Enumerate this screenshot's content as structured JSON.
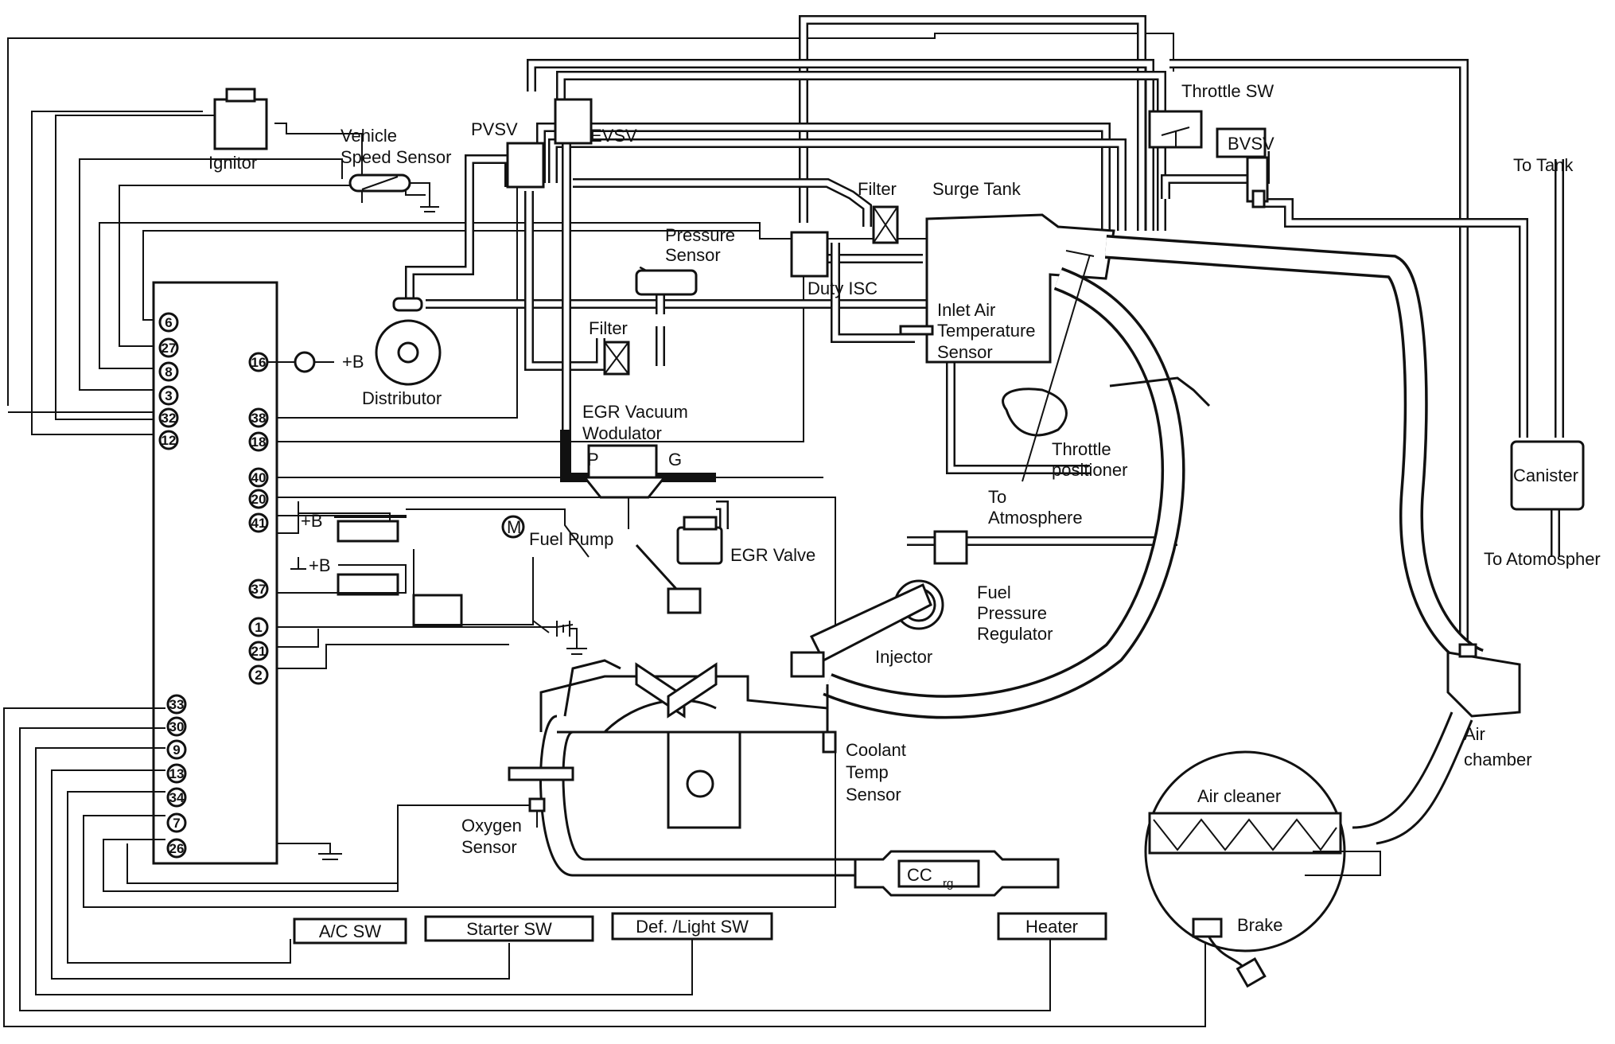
{
  "labels": {
    "ignitor": "Ignitor",
    "vehicle_speed_sensor_1": "Vehicle",
    "vehicle_speed_sensor_2": "Speed Sensor",
    "pvsv": "PVSV",
    "evsv": "EVSV",
    "throttle_sw": "Throttle SW",
    "bvsv": "BVSV",
    "to_tank": "To Tank",
    "filter_top": "Filter",
    "surge_tank": "Surge Tank",
    "pressure_sensor_1": "Pressure",
    "pressure_sensor_2": "Sensor",
    "duty_isc": "Duty ISC",
    "inlet_air_1": "Inlet Air",
    "inlet_air_2": "Temperature",
    "inlet_air_3": "Sensor",
    "filter_mid": "Filter",
    "distributor": "Distributor",
    "egr_vac_1": "EGR Vacuum",
    "egr_vac_2": "Wodulator",
    "egr_p": "P",
    "egr_g": "G",
    "throttle_pos_1": "Throttle",
    "throttle_pos_2": "positioner",
    "to_atm_1": "To",
    "to_atm_2": "Atmosphere",
    "canister": "Canister",
    "to_atomospher": "To Atomospher",
    "fuel_pump": "Fuel Pump",
    "pump_m": "M",
    "egr_valve": "EGR Valve",
    "fuel_press_1": "Fuel",
    "fuel_press_2": "Pressure",
    "fuel_press_3": "Regulator",
    "injector": "Injector",
    "air_chamber_1": "Air",
    "air_chamber_2": "chamber",
    "coolant_1": "Coolant",
    "coolant_2": "Temp",
    "coolant_3": "Sensor",
    "air_cleaner": "Air cleaner",
    "oxygen_1": "Oxygen",
    "oxygen_2": "Sensor",
    "catalyst": "CC",
    "catalyst_sub": "rg",
    "brake": "Brake",
    "plus_b_1": "+B",
    "plus_b_2": "+B",
    "plus_b_3": "+B"
  },
  "pins": {
    "left": [
      "6",
      "27",
      "8",
      "3",
      "32",
      "12",
      "33",
      "30",
      "9",
      "13",
      "34",
      "7",
      "26"
    ],
    "right": [
      "16",
      "38",
      "18",
      "40",
      "20",
      "41",
      "37",
      "1",
      "21",
      "2"
    ]
  },
  "switches": {
    "ac": "A/C SW",
    "starter": "Starter SW",
    "def_light": "Def. /Light SW",
    "heater": "Heater"
  }
}
